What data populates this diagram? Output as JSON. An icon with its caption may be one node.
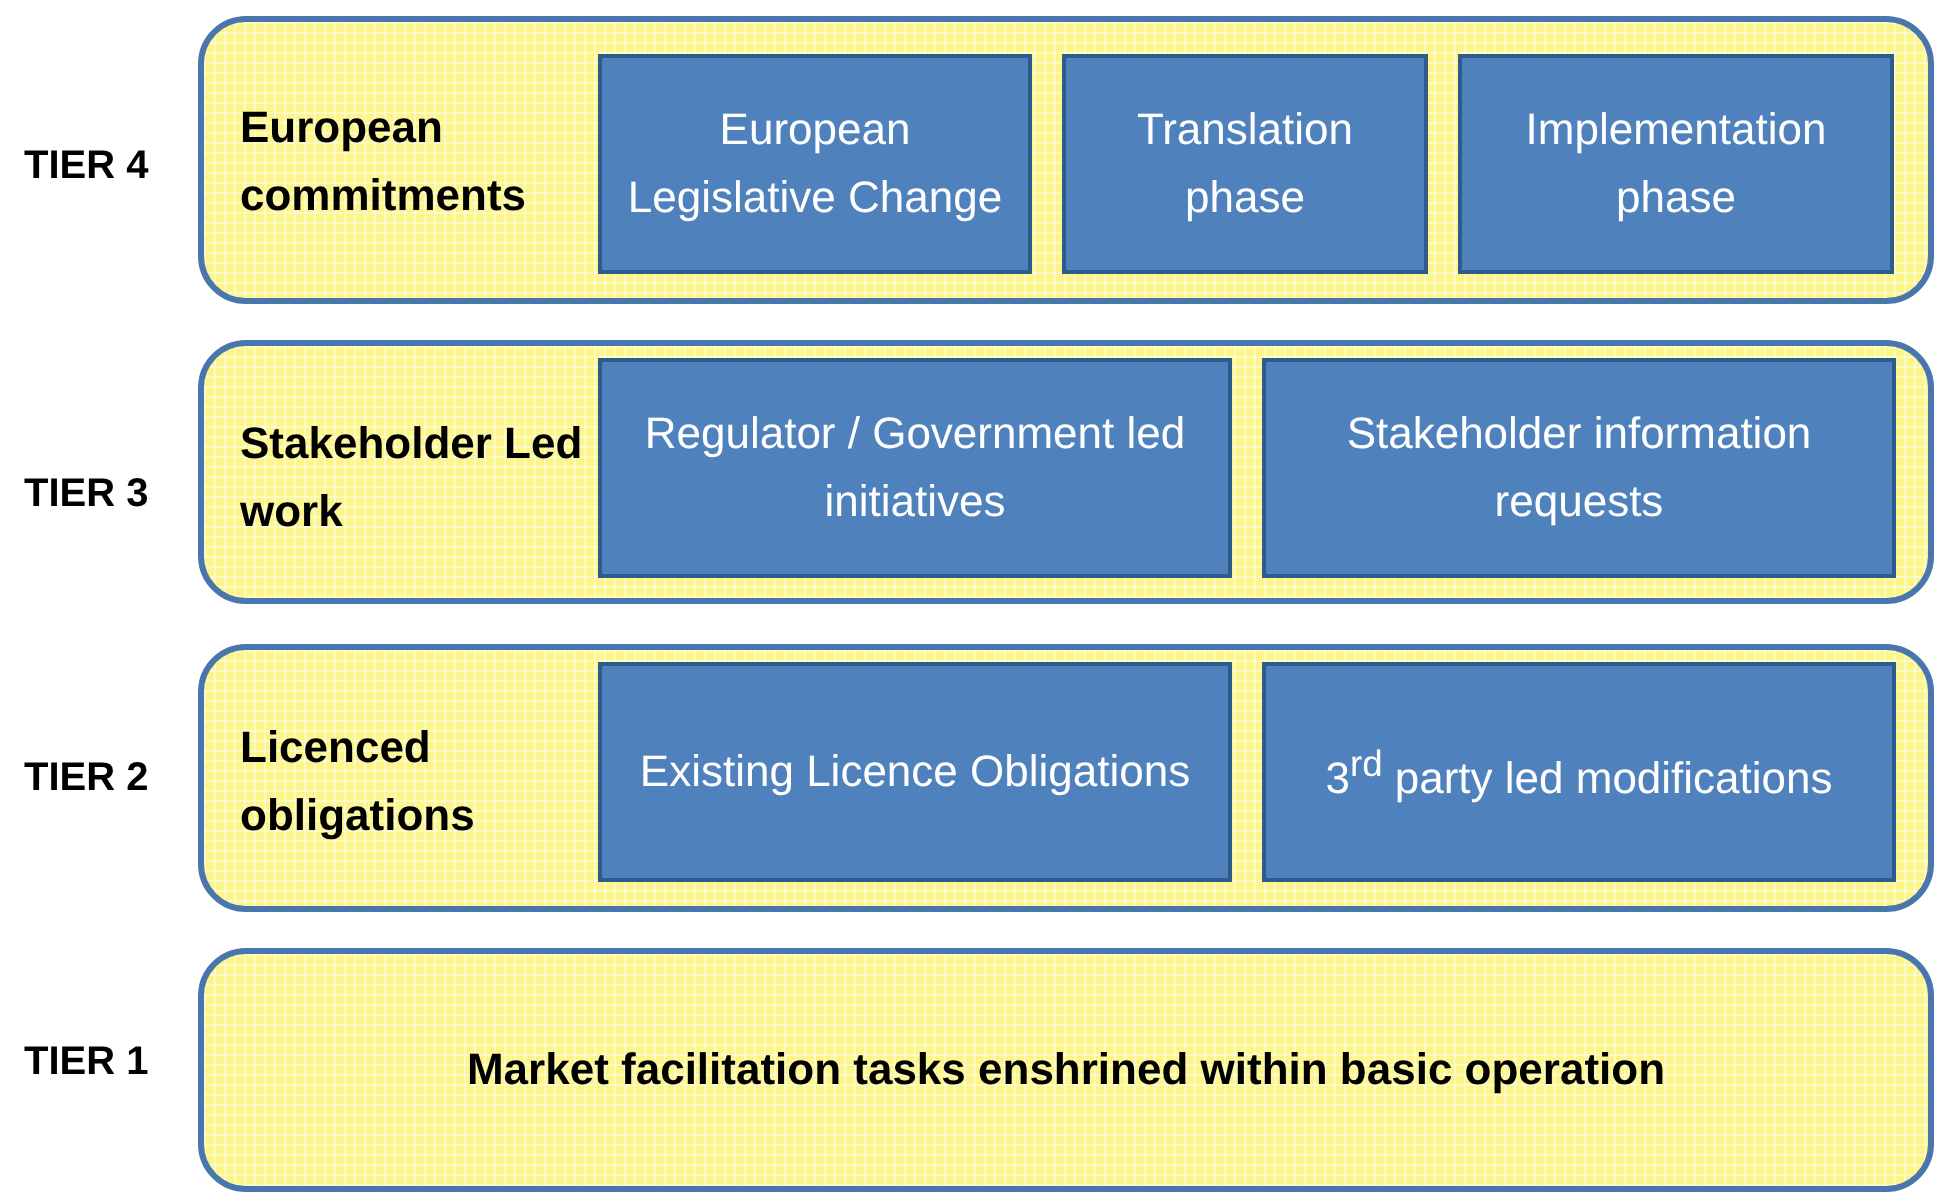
{
  "diagram": {
    "nodes": [
      {
        "text": [
          "European commitments"
        ],
        "beside": [
          "TIER 4"
        ]
      },
      {
        "text": [
          "European Legislative Change"
        ],
        "in": 0
      },
      {
        "text": [
          "Translation phase"
        ],
        "in": 0
      },
      {
        "text": [
          "Implementation phase"
        ],
        "in": 0
      },
      {
        "text": [
          "Stakeholder Led work"
        ],
        "beside": [
          "TIER 3"
        ]
      },
      {
        "text": [
          "Regulator / Government led initiatives"
        ],
        "in": 4
      },
      {
        "text": [
          "Stakeholder information requests"
        ],
        "in": 4
      },
      {
        "text": [
          "Licenced obligations"
        ],
        "beside": [
          "TIER 2"
        ]
      },
      {
        "text": [
          "Existing Licence Obligations"
        ],
        "in": 7
      },
      {
        "text": [
          "3$^{rd}$ party led modifications"
        ],
        "in": 7
      },
      {
        "text": [
          "Market facilitation tasks enshrined within basic operation"
        ],
        "beside": [
          "TIER 1"
        ]
      }
    ]
  }
}
